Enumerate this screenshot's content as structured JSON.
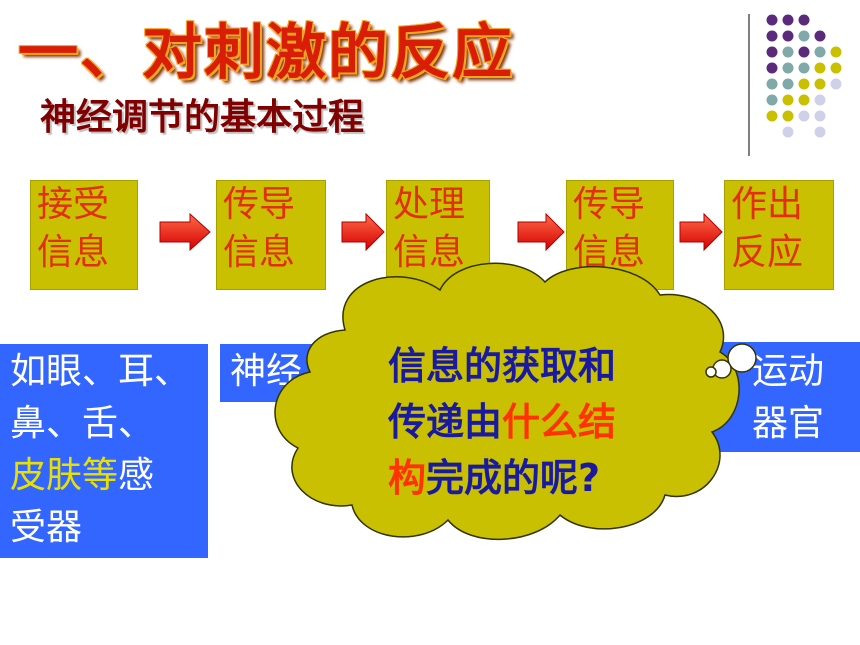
{
  "title": "一、对刺激的反应",
  "subtitle": "神经调节的基本过程",
  "steps": [
    {
      "line1": "接受",
      "line2": "信息"
    },
    {
      "line1": "传导",
      "line2": "信息"
    },
    {
      "line1": "处理",
      "line2": "信息"
    },
    {
      "line1": "传导",
      "line2": "信息"
    },
    {
      "line1": "作出",
      "line2": "反应"
    }
  ],
  "receptors": {
    "line1": "如眼、耳、",
    "line2": "鼻、舌、",
    "line3_yellow": "皮肤等",
    "line3_white": "感",
    "line4": "受器"
  },
  "nerve_box": {
    "text": "神经"
  },
  "effector_box": {
    "line1": "运动",
    "line2": "器官"
  },
  "cloud": {
    "line1": "信息的获取和",
    "line2_a": "传递由",
    "line2_b": "什么结",
    "line3_a": "构",
    "line3_b": "完成的呢?"
  },
  "colors": {
    "step_bg": "#c8c000",
    "step_text": "#e03010",
    "blue_box": "#3366ff",
    "cloud_fill": "#c8c000",
    "arrow": "#ff0000",
    "title": "#d81e06",
    "dot_purple": "#5b2a7a",
    "dot_teal": "#7fa8a8",
    "dot_yellow": "#c8c000",
    "dot_lavender": "#d0d0e8"
  }
}
